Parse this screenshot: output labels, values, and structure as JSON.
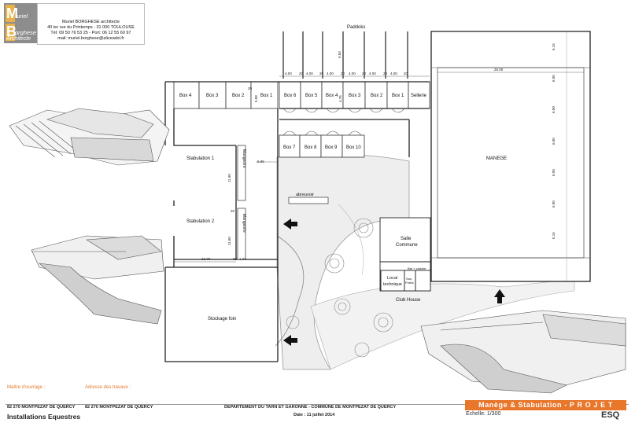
{
  "architect": {
    "logo_letters": [
      "M",
      "B"
    ],
    "logo_word1": "uriel",
    "logo_word2": "orghese",
    "logo_word3": "Architecte",
    "lines": [
      "Muriel BORGHESE architecte",
      "40 ter rue du Printemps - 31 000 TOULOUSE",
      "Tél: 09 50 76 53 25 - Port: 06 12 55 60 97",
      "mail: muriel.borghese@aliceadsl.fr"
    ]
  },
  "plan": {
    "paddocks": "Paddoks",
    "boxes_top_right": [
      "Box 6",
      "Box 5",
      "Box 4",
      "Box 3",
      "Box 2",
      "Box 1",
      "Sellerie"
    ],
    "boxes_top_left": [
      "Box 4",
      "Box 3",
      "Box 2",
      "Box 1"
    ],
    "boxes_middle": [
      "Box 7",
      "Box 8",
      "Box 9",
      "Box 10"
    ],
    "manege": "MANEGE",
    "stabulation1": "Stabulation 1",
    "stabulation2": "Stabulation 2",
    "mangeoire1": "Mangeoire",
    "mangeoire2": "Mangeoire",
    "abreuvoir": "abreuvoir",
    "stockage": "Stockage foin",
    "salle_commune": [
      "Salle",
      "Commune"
    ],
    "local_technique": [
      "Local",
      "technique"
    ],
    "bar_cuisine": "Bar + cuisine",
    "sanitaires": [
      "San.",
      "Public"
    ],
    "club_house": "Club House",
    "dims": {
      "box_widths": [
        "4.00",
        "20",
        "4.00",
        "20",
        "4.00",
        "20",
        "4.00",
        "20",
        "4.00",
        "20",
        "4.00",
        "20"
      ],
      "paddock_depth": "9.83",
      "manege_width": "25.00",
      "manege_side": [
        "6.15",
        "6.00",
        "6.00",
        "6.00",
        "6.00",
        "6.00",
        "6.15"
      ],
      "stab_a": "11.90",
      "stab_b": "11.60",
      "stab_w": "12.70",
      "stab_small": [
        "20",
        "1.60",
        "20"
      ],
      "box_side": "5.08",
      "box_w": "20",
      "corridor": "5.95",
      "box_mid": "4.75"
    }
  },
  "titleblock": {
    "maitre_label": "Maître d'ouvrage :",
    "adresse_label": "Adresse des travaux :",
    "maitre_value": "82 270 MONTPEZAT DE QUERCY",
    "adresse_value": "82 270 MONTPEZAT DE QUERCY",
    "departement": "DEPARTEMENT DU TARN ET GARONNE - COMMUNE DE MONTPEZAT DE QUERCY",
    "project_name": "Installations Equestres",
    "date": "Date : 11 juillet 2014",
    "project_title": "Manège & Stabulation - P R O J E T",
    "echelle": "Echelle: 1/300",
    "code": "ESQ"
  },
  "colors": {
    "accent": "#e8762b",
    "logo_bg": "#e8b24a",
    "logo_dark": "#8a8a8a"
  }
}
